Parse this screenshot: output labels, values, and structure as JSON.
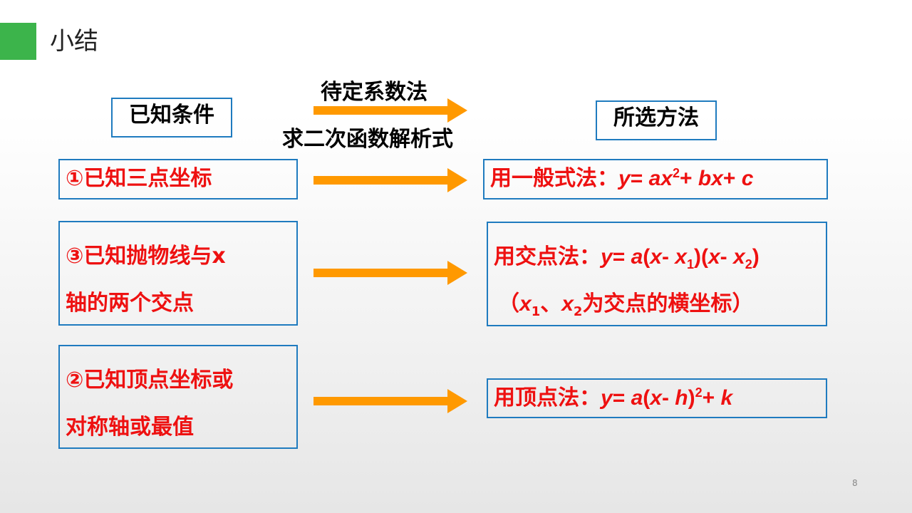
{
  "slide": {
    "title": "小结",
    "page_number": "8"
  },
  "headers": {
    "known": "已知条件",
    "method_top": "待定系数法",
    "method_bottom": "求二次函数解析式",
    "chosen": "所选方法"
  },
  "rows": [
    {
      "condition_lines": [
        "①已知三点坐标"
      ],
      "method_prefix": "用一般式法：",
      "formula": {
        "y": "y",
        "eq": "=",
        "a": "a",
        "x": "x",
        "sq": "2",
        "plus1": "+",
        "b": "b",
        "x2": "x",
        "plus2": "+",
        "c": "c"
      }
    },
    {
      "condition_lines": [
        "③已知抛物线与x",
        "轴的两个交点"
      ],
      "method_prefix": "用交点法：",
      "formula": {
        "y": "y",
        "eq": "=",
        "a": "a",
        "lp1": "(",
        "x": "x",
        "minus": "-",
        "x1": "x",
        "sub1": "1",
        "rp1": ")",
        "lp2": "(",
        "x_b": "x",
        "minus2": "-",
        "x2": "x",
        "sub2": "2",
        "rp2": ")"
      },
      "note": {
        "lp": "（",
        "x1": "x",
        "sub1": "1",
        "sep": "、",
        "x2": "x",
        "sub2": "2",
        "text": "为交点的横坐标",
        "rp": "）"
      }
    },
    {
      "condition_lines": [
        "②已知顶点坐标或",
        "对称轴或最值"
      ],
      "method_prefix": "用顶点法：",
      "formula": {
        "y": "y",
        "eq": "=",
        "a": "a",
        "lp": "(",
        "x": "x",
        "minus": "-",
        "h": "h",
        "rp": ")",
        "sq": "2",
        "plus": "+",
        "k": "k"
      }
    }
  ],
  "colors": {
    "accent_green": "#3cb44b",
    "box_border": "#1f7bbf",
    "arrow_orange": "#ff9900",
    "text_red": "#ee1111"
  }
}
